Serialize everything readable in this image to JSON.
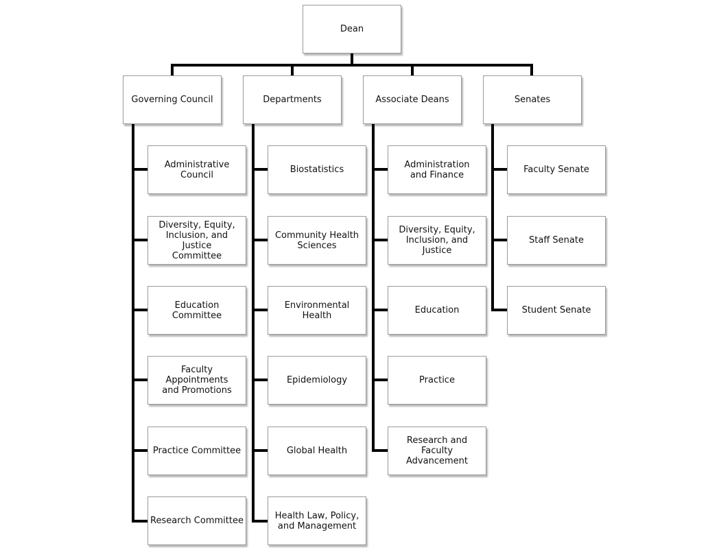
{
  "root": {
    "label": "Dean"
  },
  "columns": [
    {
      "label": "Governing Council",
      "children": [
        "Administrative Council",
        "Diversity, Equity,\nInclusion, and Justice\nCommittee",
        "Education Committee",
        "Faculty Appointments\nand Promotions",
        "Practice Committee",
        "Research Committee"
      ]
    },
    {
      "label": "Departments",
      "children": [
        "Biostatistics",
        "Community Health\nSciences",
        "Environmental Health",
        "Epidemiology",
        "Global Health",
        "Health Law, Policy,\nand Management"
      ]
    },
    {
      "label": "Associate Deans",
      "children": [
        "Administration\nand Finance",
        "Diversity, Equity,\nInclusion, and Justice",
        "Education",
        "Practice",
        "Research and Faculty\nAdvancement"
      ]
    },
    {
      "label": "Senates",
      "children": [
        "Faculty Senate",
        "Staff Senate",
        "Student Senate"
      ]
    }
  ]
}
